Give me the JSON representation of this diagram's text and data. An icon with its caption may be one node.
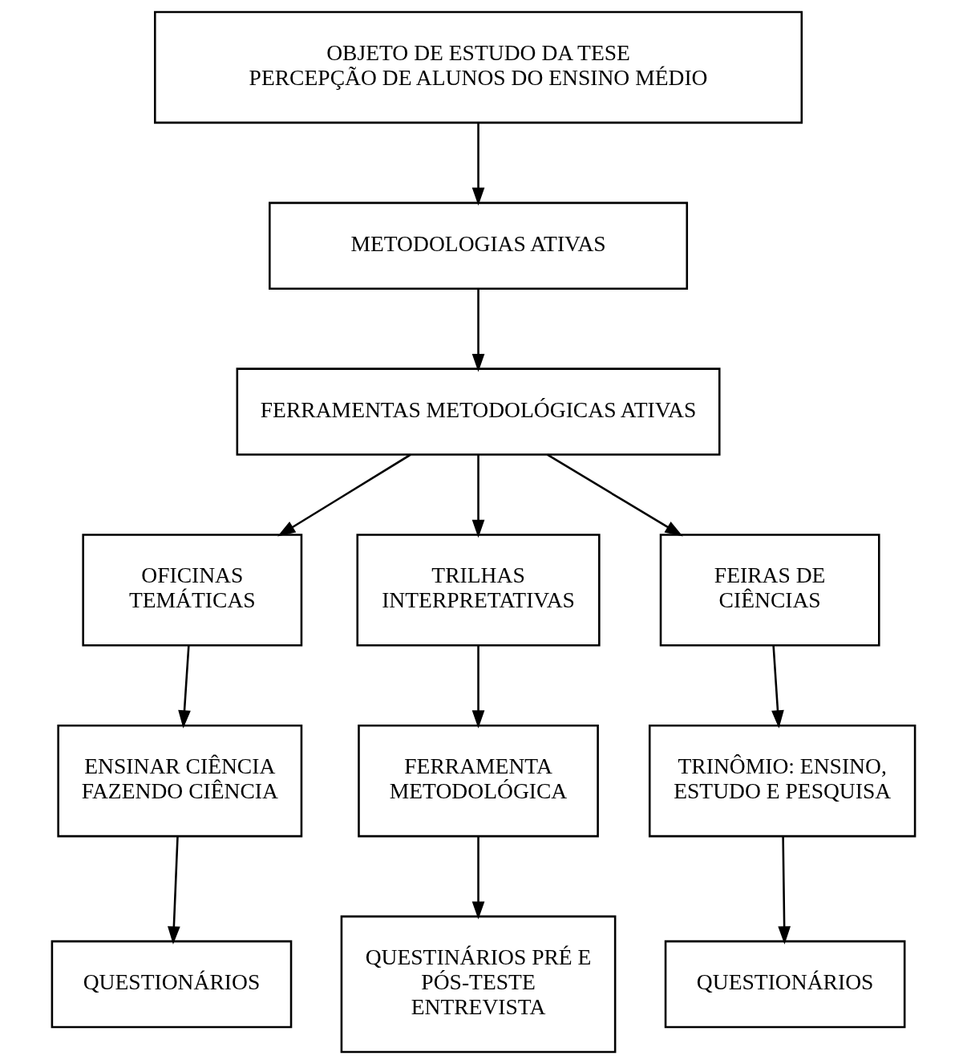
{
  "diagram": {
    "nodes": [
      {
        "text": [
          "OBJETO DE ESTUDO DA TESE",
          "PERCEPÇÃO DE ALUNOS DO ENSINO MÉDIO"
        ]
      },
      {
        "text": [
          "METODOLOGIAS ATIVAS"
        ]
      },
      {
        "text": [
          "FERRAMENTAS METODOLÓGICAS ATIVAS"
        ]
      },
      {
        "text": [
          "OFICINAS TEMÁTICAS"
        ]
      },
      {
        "text": [
          "TRILHAS INTERPRETATIVAS"
        ]
      },
      {
        "text": [
          "FEIRAS DE CIÊNCIAS"
        ]
      },
      {
        "text": [
          "ENSINAR CIÊNCIA FAZENDO CIÊNCIA"
        ]
      },
      {
        "text": [
          "FERRAMENTA METODOLÓGICA"
        ]
      },
      {
        "text": [
          "TRINÔMIO: ENSINO, ESTUDO E PESQUISA"
        ]
      },
      {
        "text": [
          "QUESTIONÁRIOS"
        ]
      },
      {
        "text": [
          "QUESTINÁRIOS PRÉ E PÓS-TESTE ENTREVISTA"
        ]
      },
      {
        "text": [
          "QUESTIONÁRIOS"
        ]
      }
    ],
    "edges": [
      {
        "from": 0,
        "to": 1,
        "arrow": "to"
      },
      {
        "from": 1,
        "to": 2,
        "arrow": "to"
      },
      {
        "from": 2,
        "to": 3,
        "arrow": "to"
      },
      {
        "from": 2,
        "to": 4,
        "arrow": "to"
      },
      {
        "from": 2,
        "to": 5,
        "arrow": "to"
      },
      {
        "from": 3,
        "to": 6,
        "arrow": "to"
      },
      {
        "from": 4,
        "to": 7,
        "arrow": "to"
      },
      {
        "from": 5,
        "to": 8,
        "arrow": "to"
      },
      {
        "from": 6,
        "to": 9,
        "arrow": "to"
      },
      {
        "from": 7,
        "to": 10,
        "arrow": "to"
      },
      {
        "from": 8,
        "to": 11,
        "arrow": "to"
      }
    ]
  }
}
